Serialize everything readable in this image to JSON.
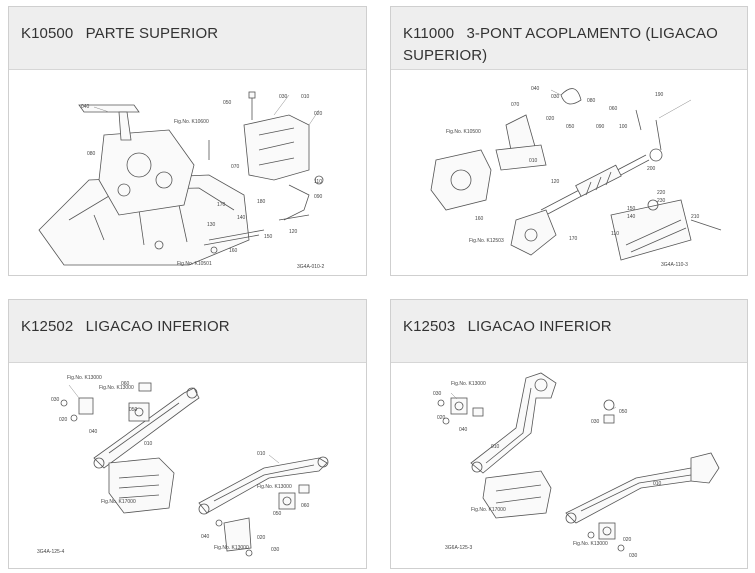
{
  "cards": [
    {
      "code": "K10500",
      "title": "PARTE SUPERIOR",
      "labels": [
        "040",
        "080",
        "050",
        "030",
        "010",
        "020",
        "070",
        "110",
        "090",
        "170",
        "180",
        "140",
        "130",
        "160",
        "150",
        "120"
      ],
      "refs": [
        "Fig.No. K10600",
        "Fig.No. K10501"
      ],
      "drawing_id": "3G4A-010-2"
    },
    {
      "code": "K11000",
      "title": "3-PONT ACOPLAMENTO (LIGACAO SUPERIOR)",
      "labels": [
        "040",
        "030",
        "070",
        "080",
        "020",
        "050",
        "060",
        "090",
        "100",
        "190",
        "010",
        "120",
        "150",
        "140",
        "220",
        "230",
        "210",
        "110",
        "170",
        "160",
        "200"
      ],
      "refs": [
        "Fig.No. K10500",
        "Fig.No. K12503"
      ],
      "drawing_id": "3G4A-110-3"
    },
    {
      "code": "K12502",
      "title": "LIGACAO INFERIOR",
      "labels": [
        "030",
        "020",
        "060",
        "050",
        "040",
        "010",
        "010",
        "050",
        "060",
        "040",
        "020",
        "030"
      ],
      "refs": [
        "Fig.No. K13000",
        "Fig.No. K13000",
        "Fig.No. K17000",
        "Fig.No. K13000",
        "Fig.No. K13000"
      ],
      "drawing_id": "3G4A-125-4"
    },
    {
      "code": "K12503",
      "title": "LIGACAO INFERIOR",
      "labels": [
        "030",
        "020",
        "040",
        "050",
        "030",
        "010",
        "010",
        "020",
        "030"
      ],
      "refs": [
        "Fig.No. K13000",
        "Fig.No. K17000",
        "Fig.No. K13000"
      ],
      "drawing_id": "3G6A-125-3"
    }
  ]
}
